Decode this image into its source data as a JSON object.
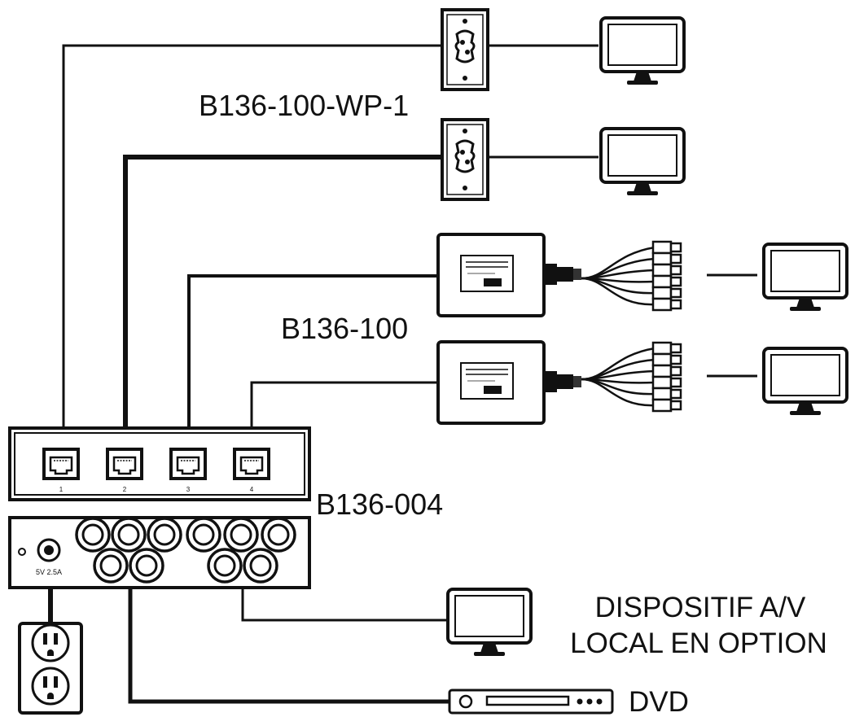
{
  "labels": {
    "wall_plate_model": "B136-100-WP-1",
    "receiver_model": "B136-100",
    "sender_model": "B136-004",
    "local_av_line1": "DISPOSITIF A/V",
    "local_av_line2": "LOCAL EN OPTION",
    "dvd": "DVD"
  },
  "port_numbers": [
    "1",
    "2",
    "3",
    "4"
  ],
  "power_label": "5V 2.5A",
  "icons": [
    "wall-plate-icon",
    "monitor-icon",
    "receiver-box-icon",
    "rca-fanout-icon",
    "rj45-port-icon",
    "bnc-connector-icon",
    "power-outlet-icon",
    "dvd-player-icon"
  ]
}
